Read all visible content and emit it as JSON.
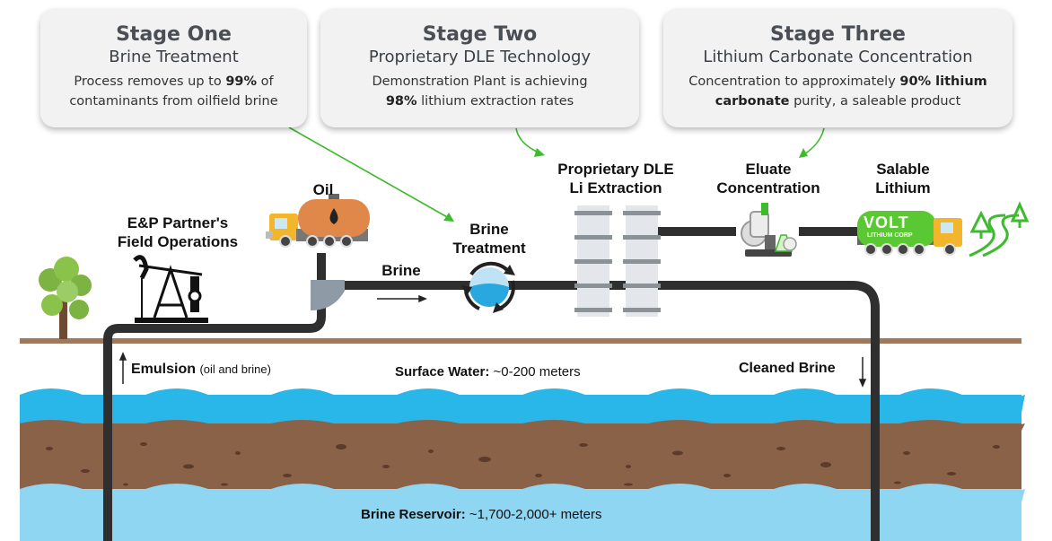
{
  "stages": [
    {
      "title": "Stage One",
      "subtitle": "Brine Treatment",
      "text1": "Process removes up to ",
      "bold1": "99%",
      "text2": " of",
      "line2": "contaminants from oilfield brine"
    },
    {
      "title": "Stage Two",
      "subtitle": "Proprietary DLE Technology",
      "line1": "Demonstration Plant is achieving",
      "bold1": "98%",
      "text2": " lithium extraction rates"
    },
    {
      "title": "Stage Three",
      "subtitle": "Lithium Carbonate Concentration",
      "text1": "Concentration to approximately ",
      "bold1": "90% lithium",
      "bold2": "carbonate",
      "text2": " purity, a saleable product"
    }
  ],
  "labels": {
    "field_ops_1": "E&P Partner's",
    "field_ops_2": "Field Operations",
    "oil": "Oil",
    "brine_treatment_1": "Brine",
    "brine_treatment_2": "Treatment",
    "brine_flow": "Brine",
    "dle_1": "Proprietary DLE",
    "dle_2": "Li Extraction",
    "eluate_1": "Eluate",
    "eluate_2": "Concentration",
    "salable_1": "Salable",
    "salable_2": "Lithium",
    "emulsion": "Emulsion",
    "emulsion_note": "(oil and brine)",
    "surface_water_bold": "Surface Water:",
    "surface_water_depth": " ~0-200 meters",
    "cleaned_brine": "Cleaned Brine",
    "reservoir_bold": "Brine Reservoir:",
    "reservoir_depth": " ~1,700-2,000+ meters"
  },
  "truck_brand": {
    "name": "VOLT",
    "sub": "LITHIUM CORP"
  },
  "colors": {
    "card_bg": "#f2f2f2",
    "pipe": "#2f2f2f",
    "ground_line": "#a0795d",
    "water": "#29b6e8",
    "water_light": "#8fd6f2",
    "soil": "#8a6248",
    "arrow_green": "#3dbb2d",
    "oil_tanker": "#e0884a",
    "lithium_tanker": "#5ac832"
  },
  "icons": [
    "pumpjack-icon",
    "tree-icon",
    "oil-truck-icon",
    "recycle-water-icon",
    "extraction-column-icon",
    "microscope-icon",
    "lithium-truck-icon",
    "forest-icon"
  ]
}
